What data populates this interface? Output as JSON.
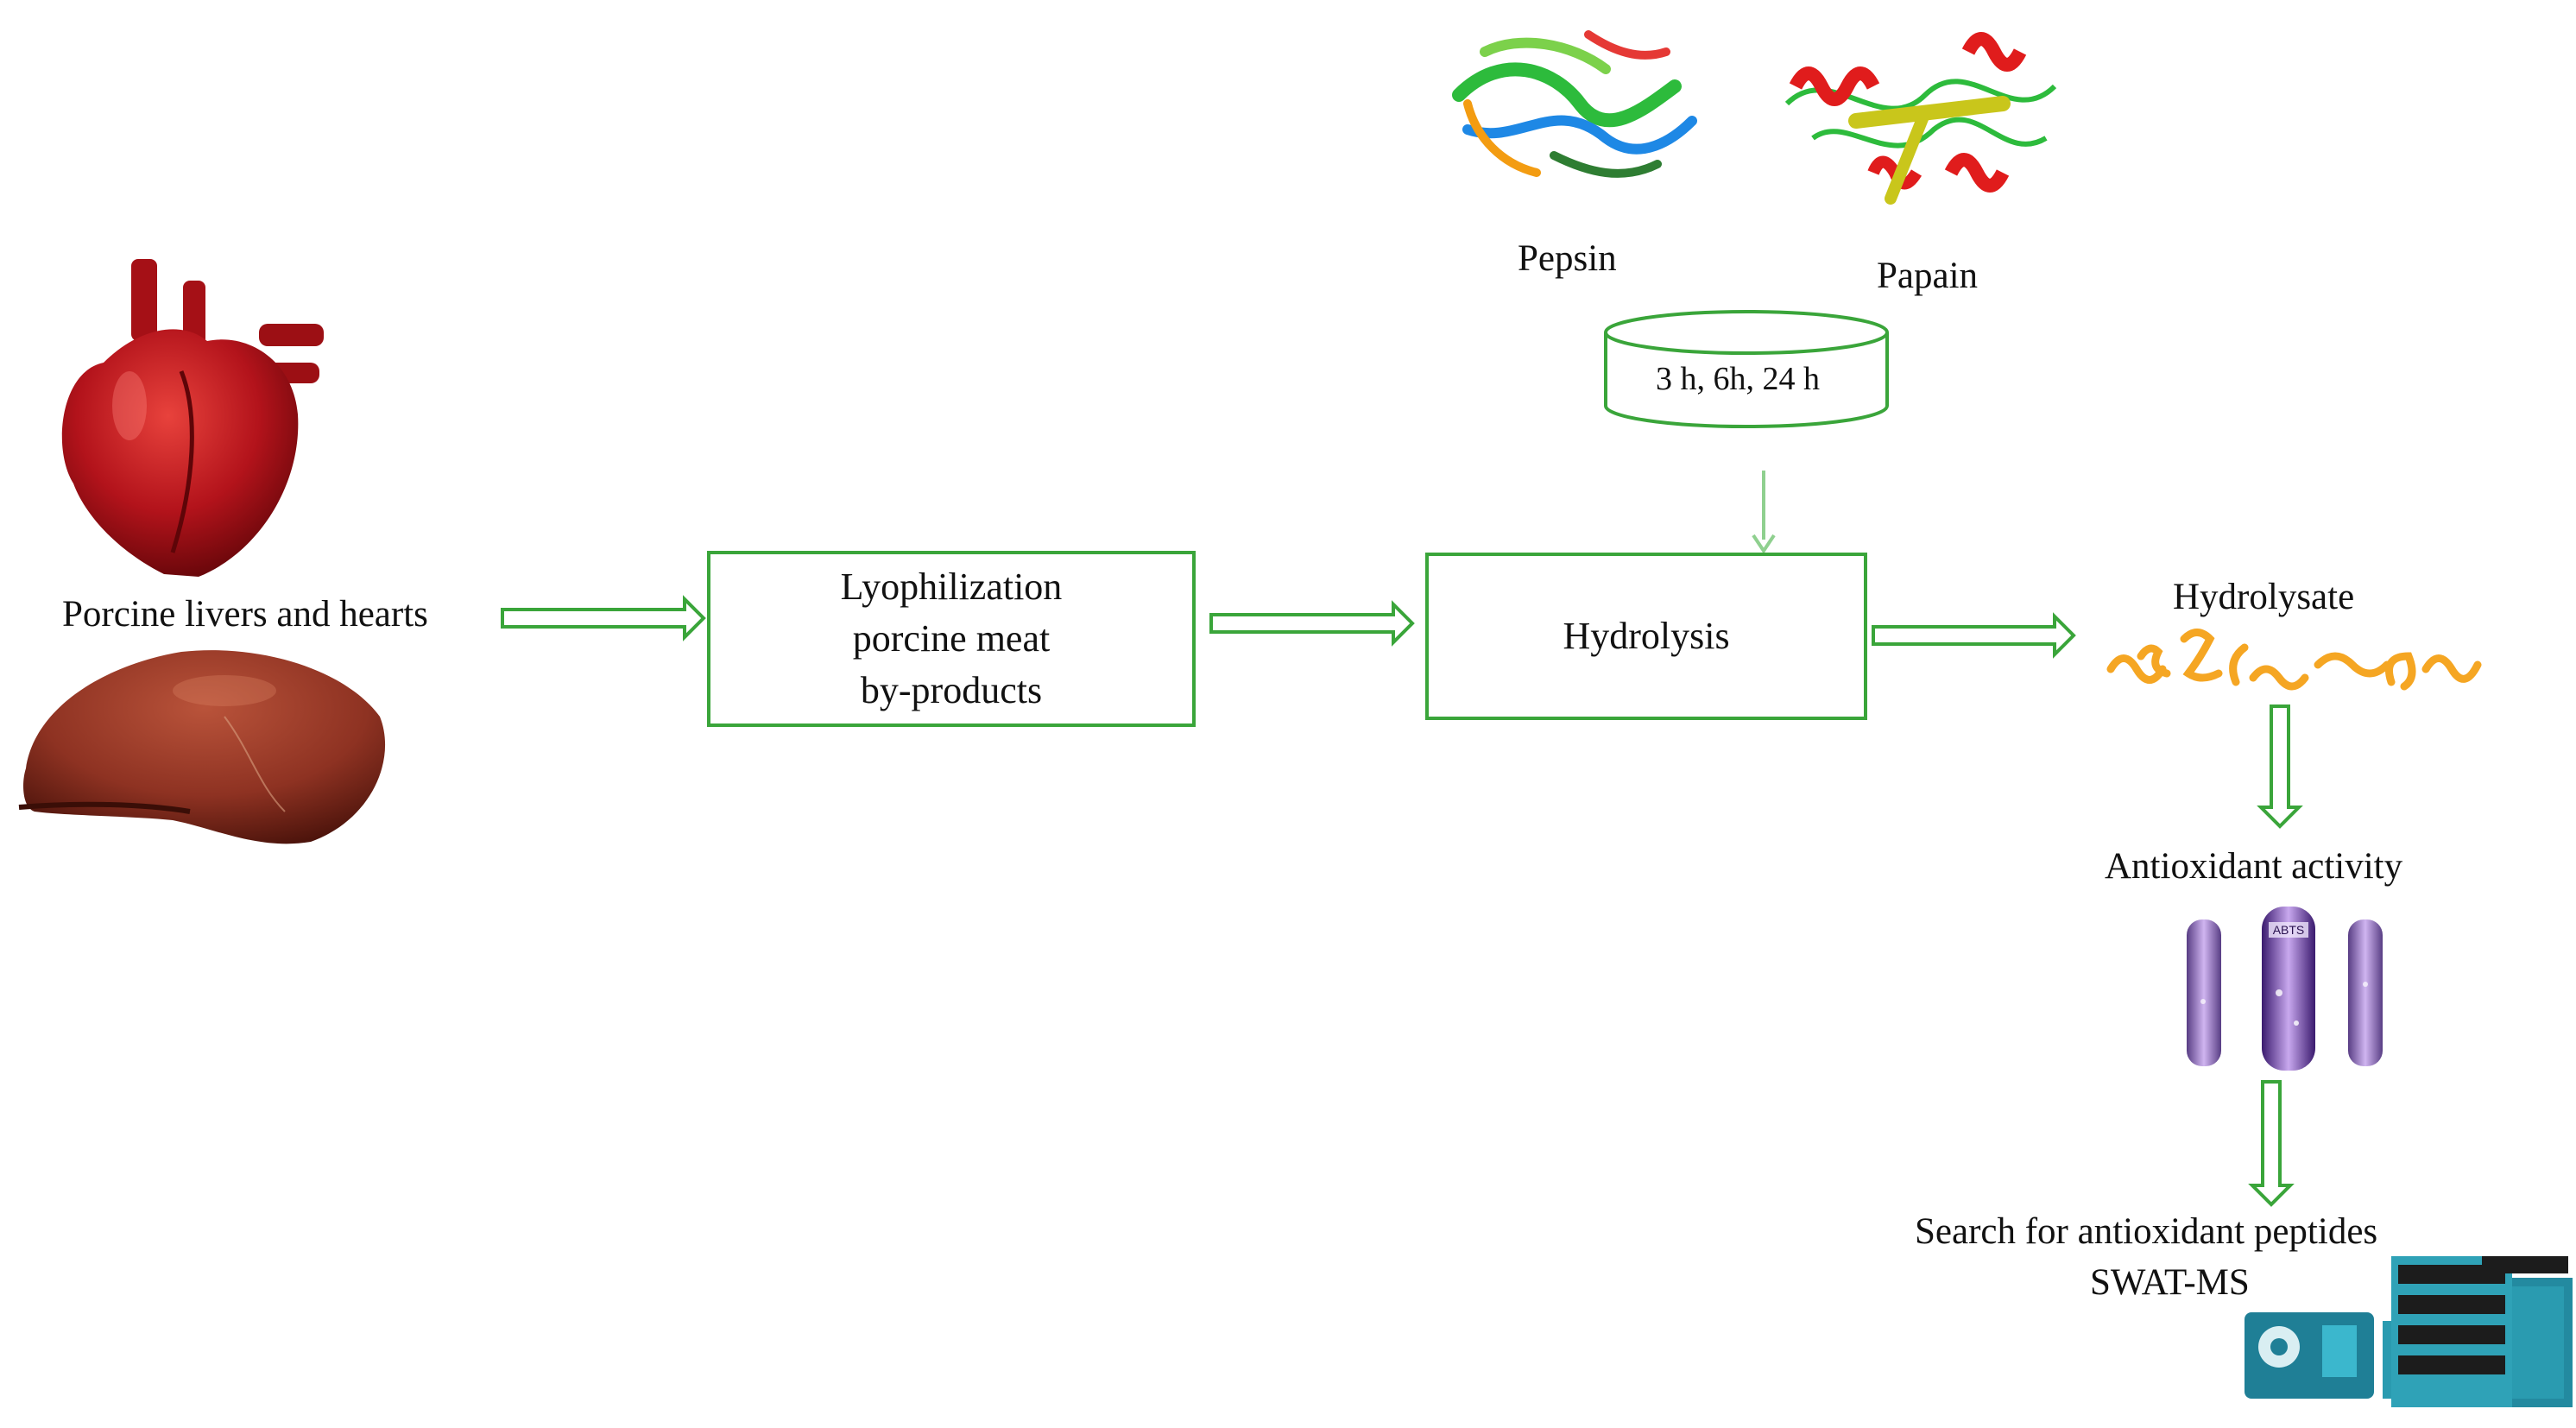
{
  "sources": {
    "label": "Porcine livers and hearts",
    "icons": [
      "heart-organ-icon",
      "liver-organ-icon"
    ]
  },
  "step_lyophilization": {
    "line1": "Lyophilization",
    "line2": "porcine meat",
    "line3": "by-products"
  },
  "enzymes": [
    {
      "name": "Pepsin",
      "icon": "protein-ribbon-icon"
    },
    {
      "name": "Papain",
      "icon": "protein-ribbon-icon"
    }
  ],
  "incubation": {
    "label": "3 h, 6h, 24 h"
  },
  "step_hydrolysis": {
    "label": "Hydrolysis"
  },
  "hydrolysate": {
    "label": "Hydrolysate",
    "icon": "peptide-chains-icon"
  },
  "antioxidant": {
    "label": "Antioxidant activity",
    "icon": "test-tubes-icon",
    "tube_label": "ABTS"
  },
  "search": {
    "line1": "Search for antioxidant peptides",
    "line2": "SWAT-MS",
    "icon": "mass-spectrometer-icon"
  },
  "colors": {
    "arrow_green": "#3aa53a",
    "light_green": "#8fd08f",
    "heart_red": "#b3131b",
    "liver_brown": "#8e3222",
    "peptide_orange": "#f5a623",
    "ms_teal": "#2a9bb0"
  }
}
